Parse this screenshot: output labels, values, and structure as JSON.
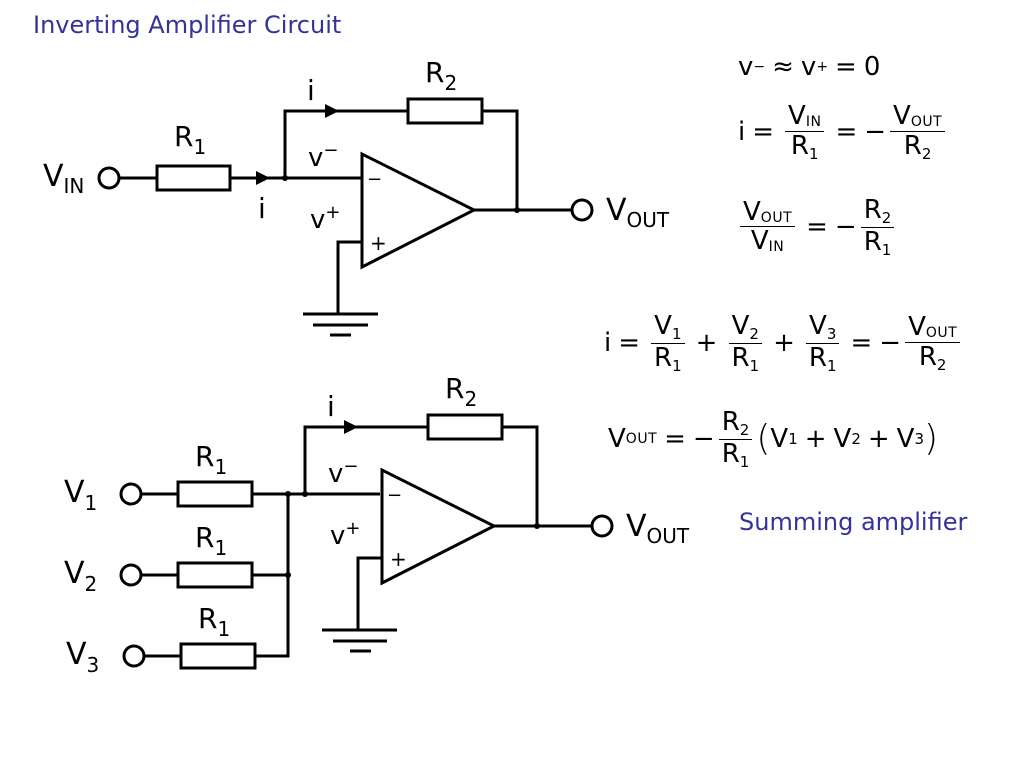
{
  "title": "Inverting Amplifier Circuit",
  "caption": "Summing amplifier",
  "colors": {
    "accent": "#333399",
    "ink": "#000000",
    "background": "#ffffff"
  },
  "circuit1": {
    "input_label": "V",
    "input_sub": "IN",
    "output_label": "V",
    "output_sub": "OUT",
    "r1_label": "R",
    "r1_sub": "1",
    "r2_label": "R",
    "r2_sub": "2",
    "current_label": "i",
    "vminus_label": "v",
    "vminus_sup": "−",
    "vplus_label": "v",
    "vplus_sup": "+",
    "minus_pin": "−",
    "plus_pin": "+"
  },
  "circuit2": {
    "inputs": [
      {
        "label": "V",
        "sub": "1",
        "r_label": "R",
        "r_sub": "1"
      },
      {
        "label": "V",
        "sub": "2",
        "r_label": "R",
        "r_sub": "1"
      },
      {
        "label": "V",
        "sub": "3",
        "r_label": "R",
        "r_sub": "1"
      }
    ],
    "output_label": "V",
    "output_sub": "OUT",
    "r2_label": "R",
    "r2_sub": "2",
    "current_label": "i",
    "vminus_label": "v",
    "vminus_sup": "−",
    "vplus_label": "v",
    "vplus_sup": "+",
    "minus_pin": "−",
    "plus_pin": "+"
  },
  "equations": {
    "eq1": {
      "a": "v",
      "a_sup": "−",
      "approx": "≈",
      "b": "v",
      "b_sup": "+",
      "eq": "=",
      "val": "0"
    },
    "eq2": {
      "lhs": "i",
      "eq": "=",
      "n1": "V",
      "n1s": "IN",
      "d1": "R",
      "d1s": "1",
      "eq2": "=",
      "neg": "−",
      "n2": "V",
      "n2s": "OUT",
      "d2": "R",
      "d2s": "2"
    },
    "eq3": {
      "n1": "V",
      "n1s": "OUT",
      "d1": "V",
      "d1s": "IN",
      "eq": "=",
      "neg": "−",
      "n2": "R",
      "n2s": "2",
      "d2": "R",
      "d2s": "1"
    },
    "eq4": {
      "lhs": "i",
      "eq": "=",
      "terms": [
        {
          "n": "V",
          "ns": "1",
          "d": "R",
          "ds": "1"
        },
        {
          "n": "V",
          "ns": "2",
          "d": "R",
          "ds": "1"
        },
        {
          "n": "V",
          "ns": "3",
          "d": "R",
          "ds": "1"
        }
      ],
      "plus": "+",
      "eq2": "=",
      "neg": "−",
      "rn": "V",
      "rns": "OUT",
      "rd": "R",
      "rds": "2"
    },
    "eq5": {
      "lhs": "V",
      "lhs_sub": "OUT",
      "eq": "=",
      "neg": "−",
      "n": "R",
      "ns": "2",
      "d": "R",
      "ds": "1",
      "lparen": "(",
      "rparen": ")",
      "plus": "+",
      "vars": [
        {
          "v": "V",
          "s": "1"
        },
        {
          "v": "V",
          "s": "2"
        },
        {
          "v": "V",
          "s": "3"
        }
      ]
    }
  }
}
